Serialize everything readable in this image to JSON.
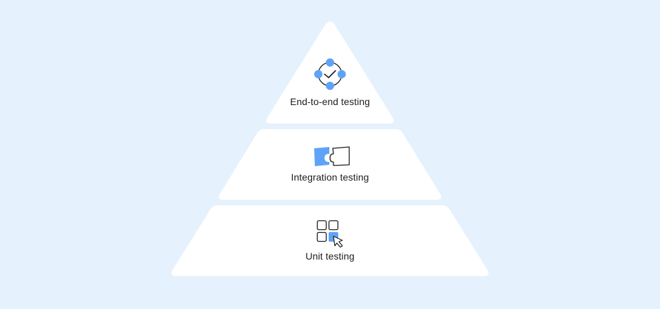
{
  "diagram": {
    "type": "testing-pyramid",
    "colors": {
      "background": "#e5f1fd",
      "tier_fill": "#ffffff",
      "accent": "#5ea3f7",
      "stroke": "#1b1b1f",
      "text": "#1b1b1f"
    },
    "tiers": [
      {
        "label": "End-to-end testing",
        "icon": "network-check-icon"
      },
      {
        "label": "Integration testing",
        "icon": "puzzle-pieces-icon"
      },
      {
        "label": "Unit testing",
        "icon": "grid-cursor-icon"
      }
    ]
  }
}
